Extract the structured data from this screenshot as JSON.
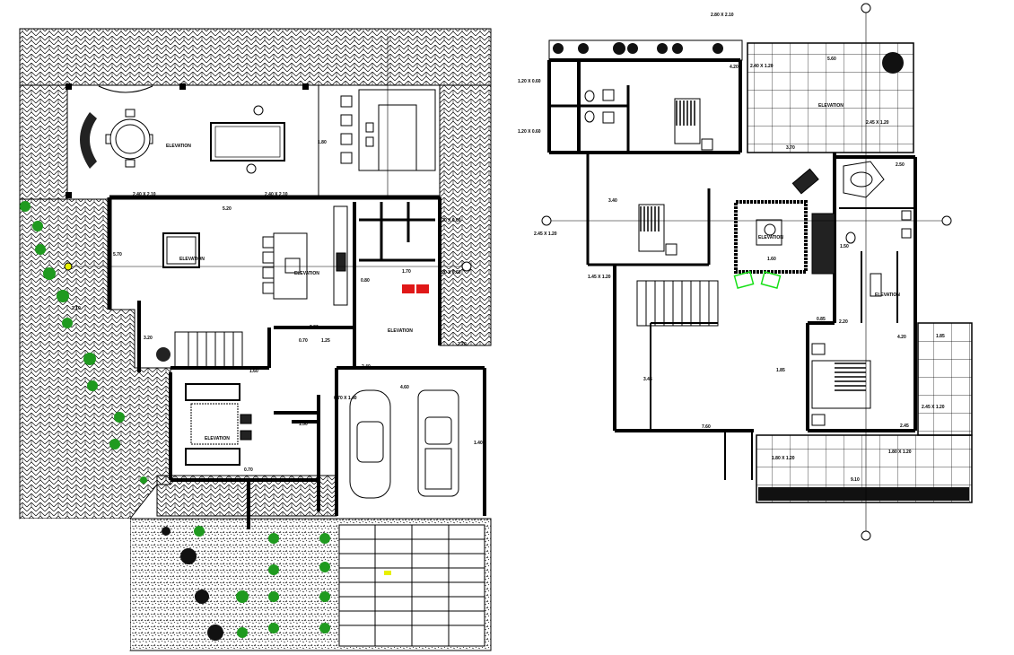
{
  "drawing": {
    "ground_floor": {
      "elevation_tag": "ELEVATION",
      "window_labels": [
        "2.40 X 2.10",
        "2.40 X 2.10",
        "1.20 X 0.60",
        "1.20 X 0.60",
        "0.70 X 1.40"
      ],
      "dimensions": [
        "5.20",
        "1.80",
        "5.70",
        "1.70",
        "0.80",
        "2.40",
        "2.80",
        "1.25",
        "1.60",
        "1.50",
        "0.70",
        "0.70",
        "4.60",
        "2.20",
        "1.40",
        "2.10",
        "3.20"
      ]
    },
    "first_floor": {
      "elevation_tag": "ELEVATION",
      "window_labels": [
        "1.20 X 0.60",
        "1.20 X 0.60",
        "2.40 X 1.20",
        "2.45 X 1.20",
        "1.45 X 1.20",
        "1.80 X 1.20",
        "1.80 X 1.20",
        "2.45 X 1.20",
        "2.45 X 1.20",
        "2.80 X 2.10"
      ],
      "dimensions": [
        "4.20",
        "5.60",
        "3.70",
        "3.40",
        "1.60",
        "2.50",
        "1.50",
        "0.85",
        "2.20",
        "4.20",
        "1.85",
        "7.60",
        "3.45",
        "9.10",
        "1.85",
        "2.45"
      ]
    }
  },
  "colors": {
    "line": "#000000",
    "plant": "#1f9a1f",
    "accent_green": "#18e018",
    "appliance_red": "#e01818",
    "marker_yellow": "#e8f000"
  }
}
